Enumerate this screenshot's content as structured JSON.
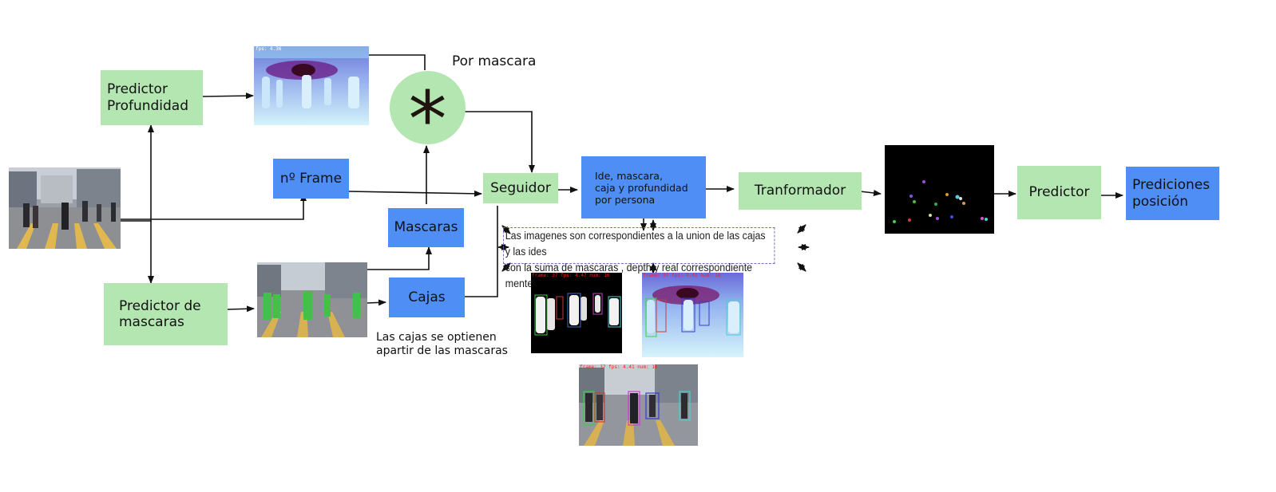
{
  "nodes": {
    "predictor_profundidad": "Predictor\nProfundidad",
    "predictor_mascaras": "Predictor de\nmascaras",
    "n_frame": "nº Frame",
    "mascaras": "Mascaras",
    "cajas": "Cajas",
    "seguidor": "Seguidor",
    "ide_box": "Ide, mascara,\ncaja y profundidad\npor persona",
    "tranformador": "Tranformador",
    "predictor": "Predictor",
    "prediciones": "Prediciones\nposición",
    "multiply_symbol": "*"
  },
  "labels": {
    "por_mascara": "Por mascara",
    "cajas_note": "Las cajas se optienen\napartir de las mascaras",
    "union_note": "Las imagenes son correspondientes a la union de las cajas y las ides\ncon la suma de mascaras , depth y real correspondiente mente"
  },
  "thumbnail_captions": {
    "depth": "fps: 4.36",
    "mask_tracks": "frame: 37  fps: 4.47  num: 16",
    "depth_tracks": "frame: 37  fps: 4.41  num: 16",
    "real_tracks": "frame: 37  fps: 4.41  num: 16"
  },
  "colors": {
    "green_node": "#b3e6b0",
    "blue_node": "#4f8ff5",
    "arrow": "#111111",
    "note_border": "#6b6bb8",
    "caption_red": "#ff2020"
  }
}
